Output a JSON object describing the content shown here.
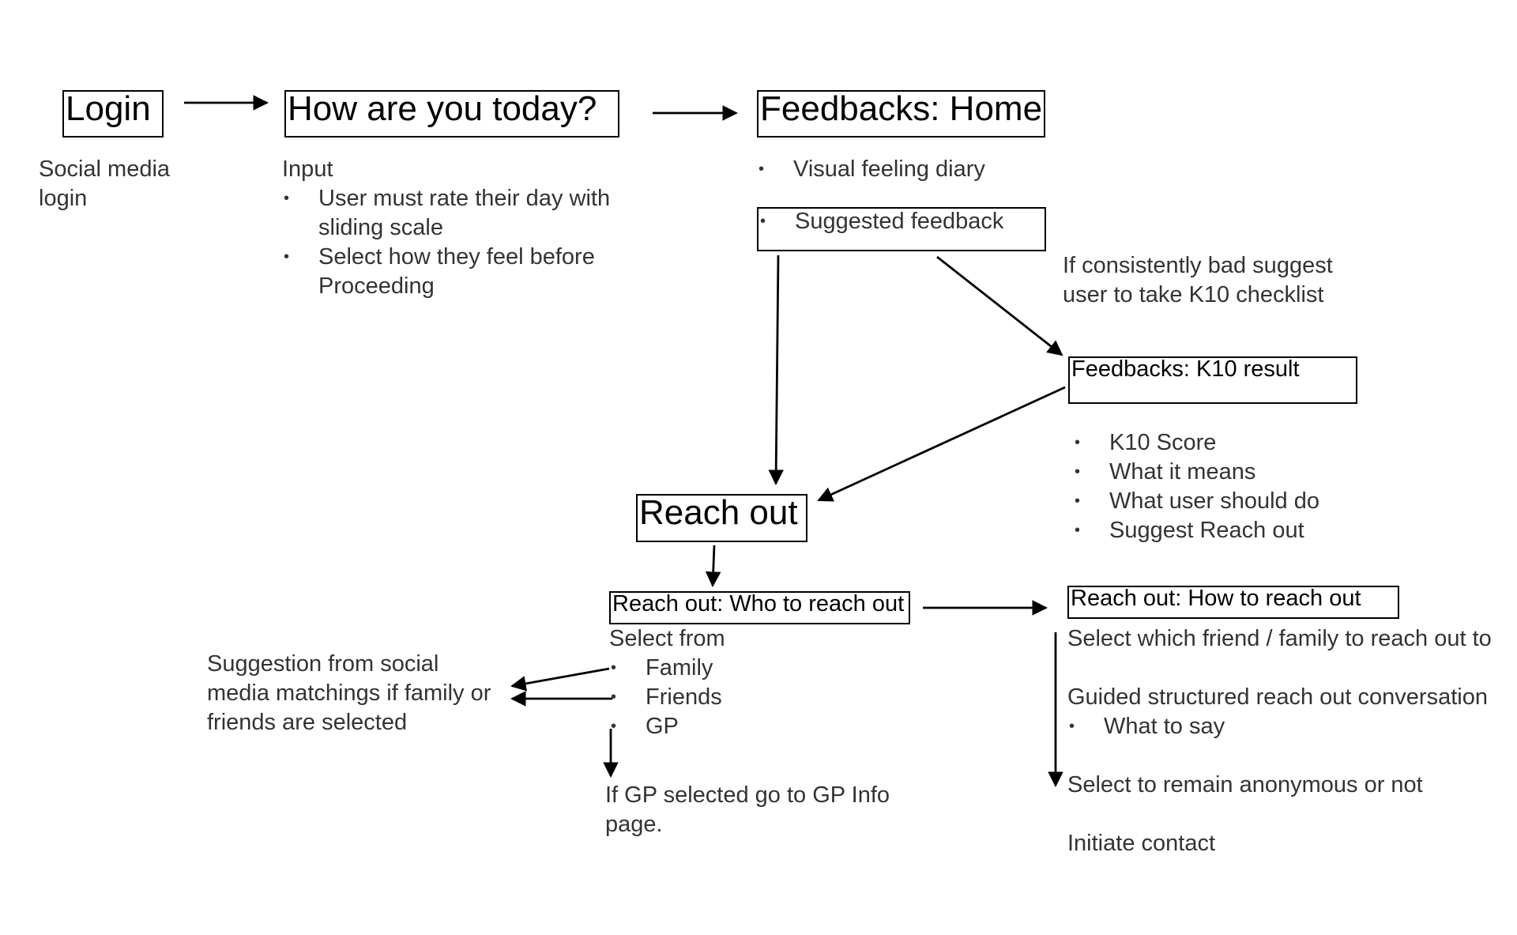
{
  "nodes": {
    "login": "Login",
    "how_are_you": "How are you today?",
    "feedbacks_home": "Feedbacks: Home",
    "suggested_feedback": "Suggested feedback",
    "k10_result": "Feedbacks: K10  result",
    "reach_out": "Reach out",
    "who_to_reach": "Reach out: Who to reach out",
    "how_to_reach": "Reach out: How to reach out"
  },
  "notes": {
    "login": [
      "Social media",
      "login"
    ],
    "how_are_you": {
      "heading": "Input",
      "bullets": [
        [
          "User must rate their day with",
          "sliding scale"
        ],
        [
          "Select how they feel before",
          "Proceeding"
        ]
      ]
    },
    "feedbacks_home": [
      "Visual feeling diary"
    ],
    "k10_suggestion": [
      "If consistently bad suggest",
      "user to take K10 checklist"
    ],
    "k10_result": [
      "K10 Score",
      "What it means",
      "What user should do",
      "Suggest Reach out"
    ],
    "who_to_reach": {
      "heading": "Select from",
      "options": [
        "Family",
        "Friends",
        "GP"
      ]
    },
    "social_suggestion": [
      "Suggestion from social",
      "media matchings  if family or",
      "friends are selected"
    ],
    "gp_info": [
      "If GP selected go to GP Info",
      "page."
    ],
    "how_to_reach": {
      "select_friend": "Select which friend / family to reach out to",
      "guided": "Guided structured reach out conversation",
      "guided_bullets": [
        "What to say"
      ],
      "anonymous": "Select to remain anonymous or not",
      "initiate": "Initiate contact"
    }
  }
}
